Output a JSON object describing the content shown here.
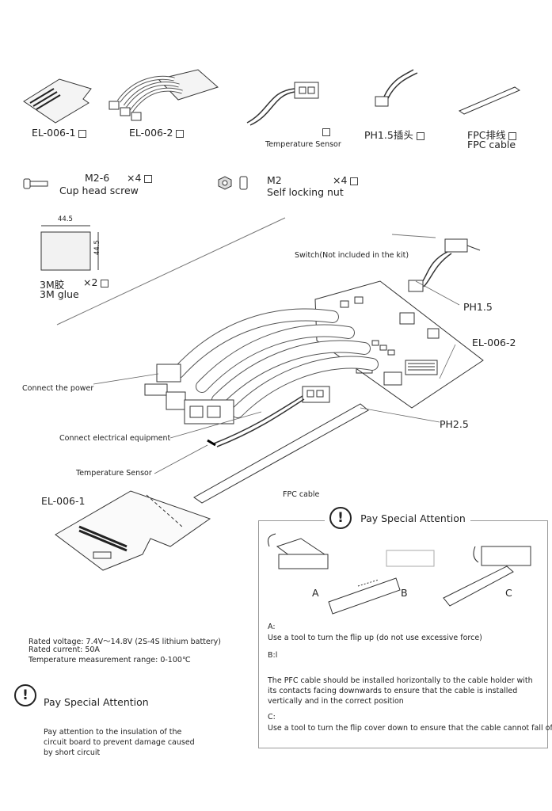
{
  "parts": {
    "el0061": "EL-006-1",
    "el0062": "EL-006-2",
    "temp_sensor": "Temperature Sensor",
    "ph15": "PH1.5插头",
    "fpc_cn": "FPC排线",
    "fpc_en": "FPC cable",
    "screw_code": "M2-6",
    "screw_qty": "×4",
    "screw_name": "Cup head screw",
    "nut_code": "M2",
    "nut_qty": "×4",
    "nut_name": "Self locking nut",
    "glue_w": "44.5",
    "glue_h": "44.5",
    "glue_cn": "3M胶",
    "glue_qty": "×2",
    "glue_en": "3M glue"
  },
  "diagram": {
    "switch": "Switch(Not included in the kit)",
    "ph15": "PH1.5",
    "el0062": "EL-006-2",
    "connect_power": "Connect the power",
    "connect_equipment": "Connect electrical equipment",
    "ph25": "PH2.5",
    "temp_sensor": "Temperature Sensor",
    "fpc": "FPC cable",
    "el0061": "EL-006-1"
  },
  "attention_right": {
    "title": "Pay Special Attention",
    "a": "A",
    "b": "B",
    "c": "C",
    "a_head": "A:",
    "a_text": "Use a tool to turn the flip up (do not use excessive force)",
    "b_head": "B:l",
    "b_text": "The PFC cable should be installed horizontally to the cable holder with its contacts facing downwards to ensure that the cable is installed vertically and in the correct position",
    "c_head": "C:",
    "c_text": "Use a tool to turn the flip cover down to ensure that the cable cannot fall off"
  },
  "specs": {
    "voltage": "Rated voltage: 7.4V～14.8V (2S-4S lithium battery)",
    "current": "Rated current: 50A",
    "temp": "Temperature measurement range: 0-100℃"
  },
  "attention_left": {
    "title": "Pay Special Attention",
    "text": "Pay attention to the insulation of the circuit board to prevent damage caused by short circuit"
  }
}
